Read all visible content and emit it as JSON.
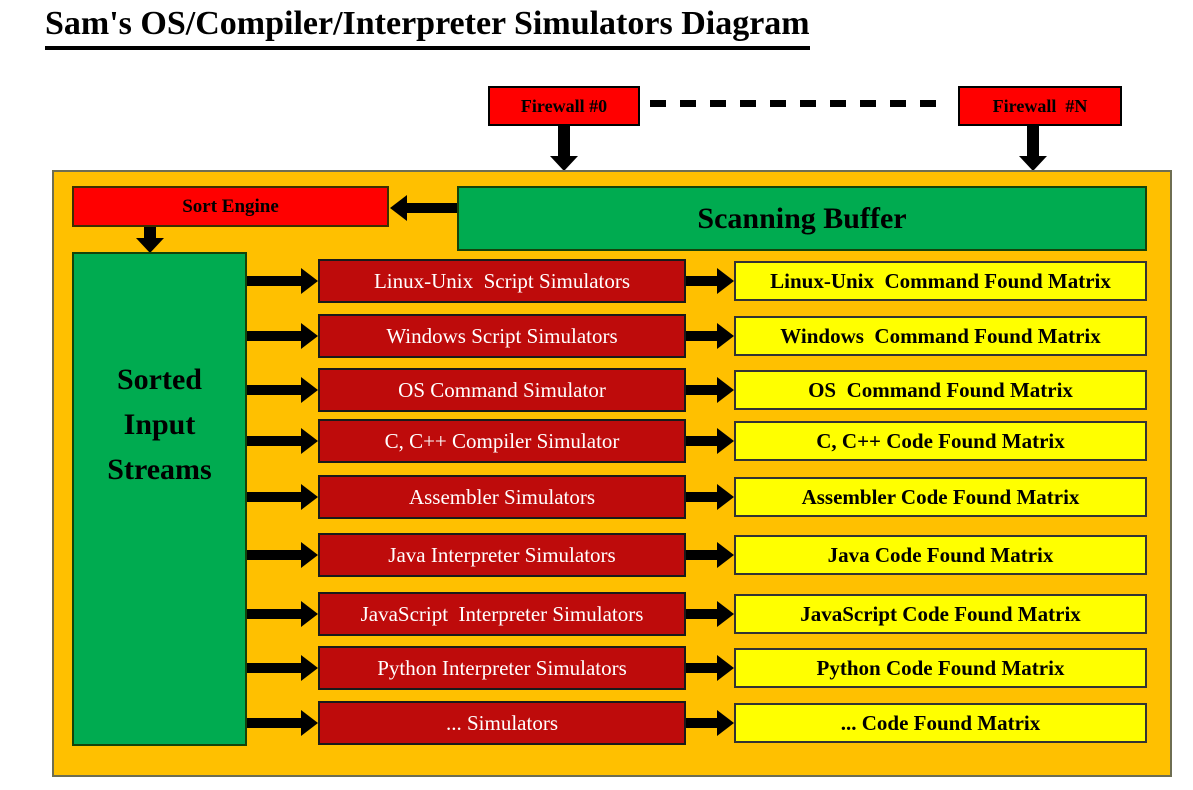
{
  "title": "Sam's OS/Compiler/Interpreter Simulators Diagram",
  "firewalls": {
    "first": "Firewall #0",
    "last": "Firewall  #N"
  },
  "sort_engine": "Sort Engine",
  "scanning_buffer": "Scanning Buffer",
  "sorted_input_streams": {
    "line1": "Sorted",
    "line2": "Input",
    "line3": "Streams"
  },
  "rows": [
    {
      "simulator": "Linux-Unix  Script Simulators",
      "matrix": "Linux-Unix  Command Found Matrix"
    },
    {
      "simulator": "Windows Script Simulators",
      "matrix": "Windows  Command Found Matrix"
    },
    {
      "simulator": "OS Command Simulator",
      "matrix": "OS  Command Found Matrix"
    },
    {
      "simulator": "C, C++ Compiler Simulator",
      "matrix": "C, C++ Code Found Matrix"
    },
    {
      "simulator": "Assembler Simulators",
      "matrix": "Assembler Code Found Matrix"
    },
    {
      "simulator": "Java Interpreter Simulators",
      "matrix": "Java Code Found Matrix"
    },
    {
      "simulator": "JavaScript  Interpreter Simulators",
      "matrix": "JavaScript Code Found Matrix"
    },
    {
      "simulator": "Python Interpreter Simulators",
      "matrix": "Python Code Found Matrix"
    },
    {
      "simulator": "... Simulators",
      "matrix": "... Code Found Matrix"
    }
  ],
  "colors": {
    "canvas_orange": "#FFC000",
    "bright_red": "#FF0000",
    "dark_red": "#BE0B0B",
    "green": "#00AB50",
    "yellow": "#FFFF00",
    "arrow_black": "#000000"
  }
}
